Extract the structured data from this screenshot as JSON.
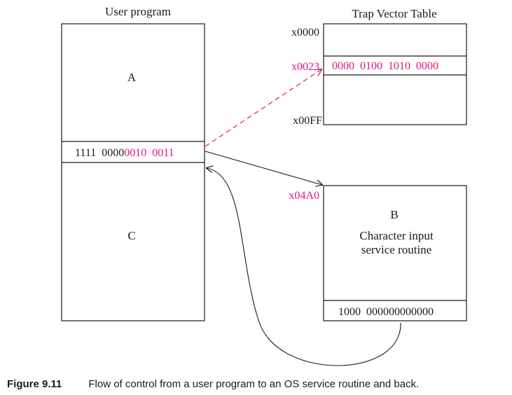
{
  "colors": {
    "ink": "#1a1a1a",
    "accent": "#e0157c"
  },
  "user_program": {
    "title": "User program",
    "region_a_label": "A",
    "region_c_label": "C",
    "trap_instr_prefix": "1111  0000",
    "trap_instr_vector": "0010  0011"
  },
  "trap_vector_table": {
    "title": "Trap Vector Table",
    "addr_start": "x0000",
    "addr_entry": "x0023",
    "addr_end": "x00FF",
    "entry_value": "0000  0100  1010  0000"
  },
  "service_routine": {
    "start_addr": "x04A0",
    "label": "B",
    "desc_line1": "Character input",
    "desc_line2": "service routine",
    "ret_instr": "1000  000000000000"
  },
  "caption": {
    "figure_number": "Figure 9.11",
    "text": "Flow of control from a user program to an OS service routine and back."
  }
}
